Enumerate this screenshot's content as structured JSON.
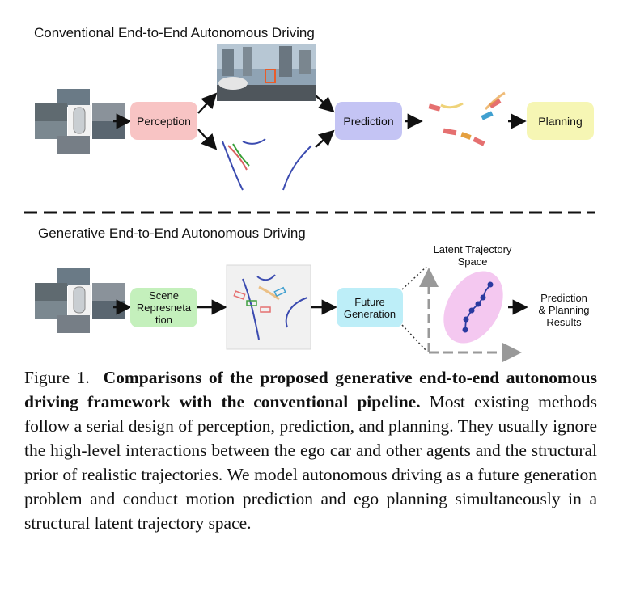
{
  "figure": {
    "top_title": "Conventional End-to-End Autonomous Driving",
    "bottom_title": "Generative End-to-End Autonomous Driving",
    "conventional": {
      "perception": "Perception",
      "prediction": "Prediction",
      "planning": "Planning"
    },
    "generative": {
      "scene_line1": "Scene",
      "scene_line2": "Represneta",
      "scene_line3": "tion",
      "future_line1": "Future",
      "future_line2": "Generation",
      "latent_line1": "Latent Trajectory",
      "latent_line2": "Space",
      "result_line1": "Prediction",
      "result_line2": "& Planning",
      "result_line3": "Results"
    },
    "colors": {
      "perception": "#f8c4c4",
      "prediction": "#c4c4f4",
      "planning": "#f6f6b4",
      "scene": "#c4f0bc",
      "future": "#bdeef8",
      "latent_ellipse": "#f4c8f0"
    }
  },
  "caption": {
    "label": "Figure 1.",
    "bold": "Comparisons of the proposed generative end-to-end autonomous driving framework with the conventional pipeline.",
    "body": " Most existing methods follow a serial design of perception, prediction, and planning. They usually ignore the high-level interactions between the ego car and other agents and the structural prior of realistic trajectories. We model autonomous driving as a future generation problem and conduct motion prediction and ego planning simultaneously in a structural latent trajectory space."
  }
}
